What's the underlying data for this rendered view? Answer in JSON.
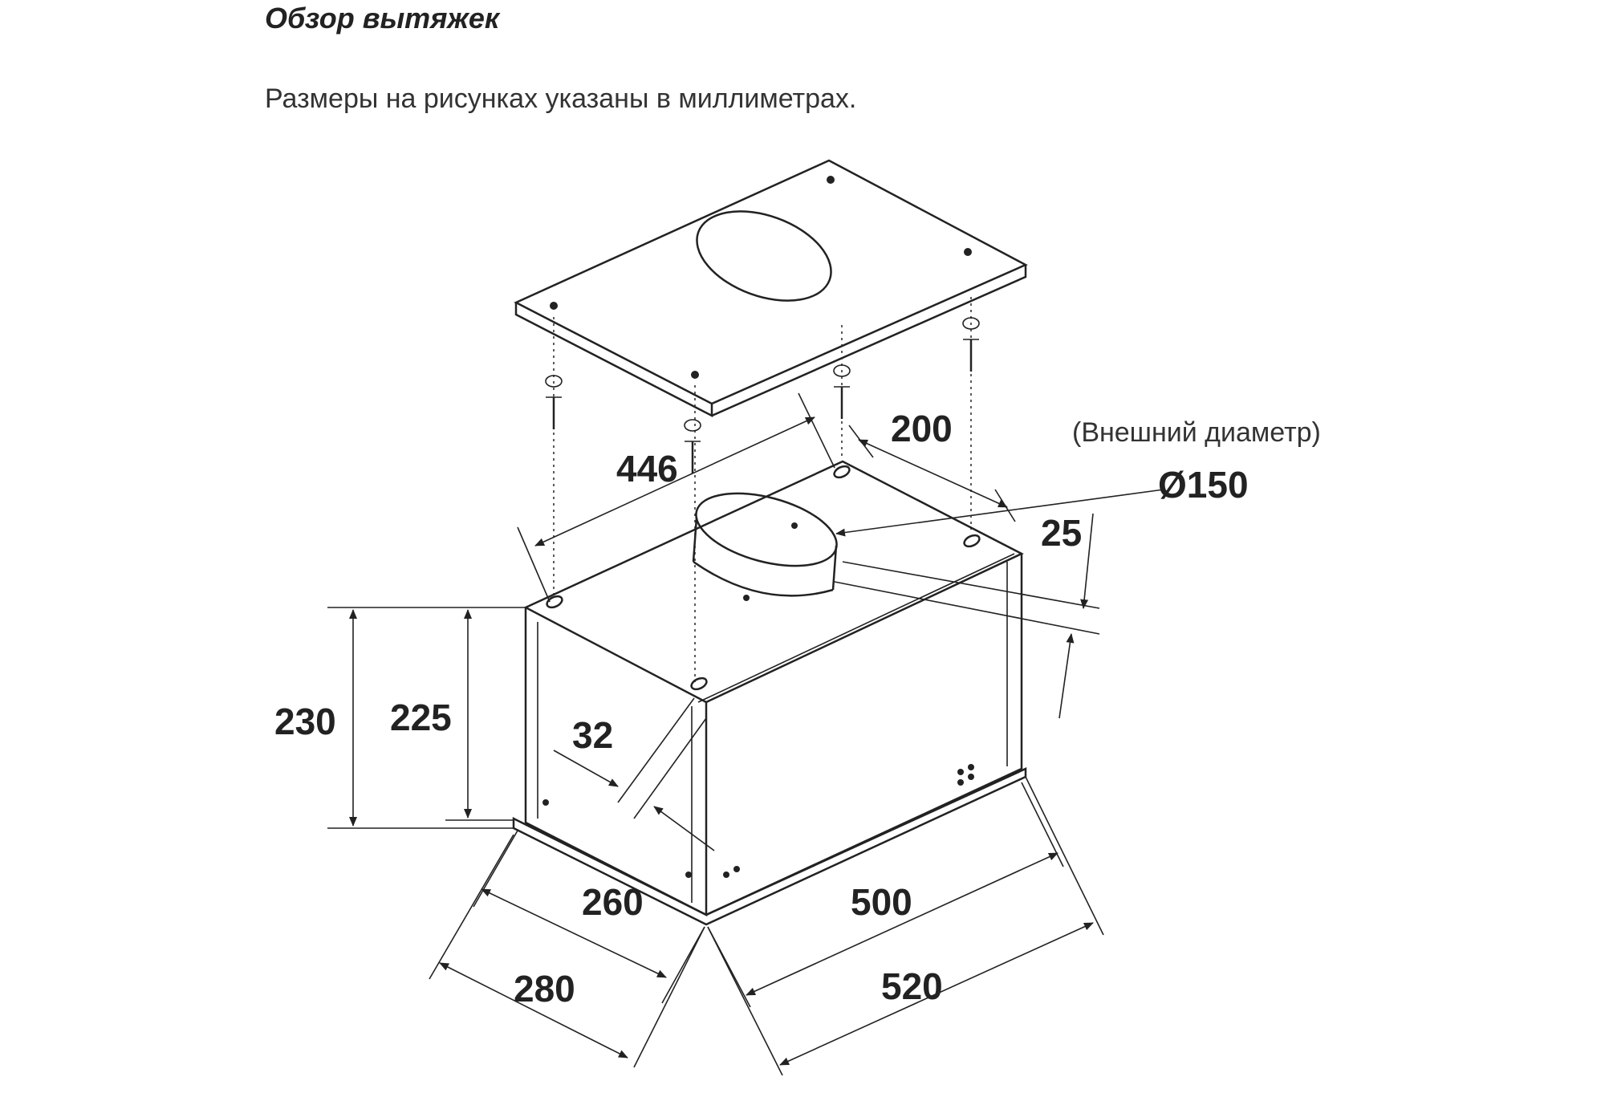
{
  "header": {
    "title": "Обзор вытяжек",
    "subtitle": "Размеры на рисунках указаны в миллиметрах."
  },
  "diagram": {
    "note_outer_diameter": "(Внешний диаметр)",
    "dimensions": {
      "d446": "446",
      "d200": "200",
      "d150": "Ø150",
      "d25": "25",
      "d230": "230",
      "d225": "225",
      "d32": "32",
      "d260": "260",
      "d280": "280",
      "d500": "500",
      "d520": "520"
    }
  }
}
